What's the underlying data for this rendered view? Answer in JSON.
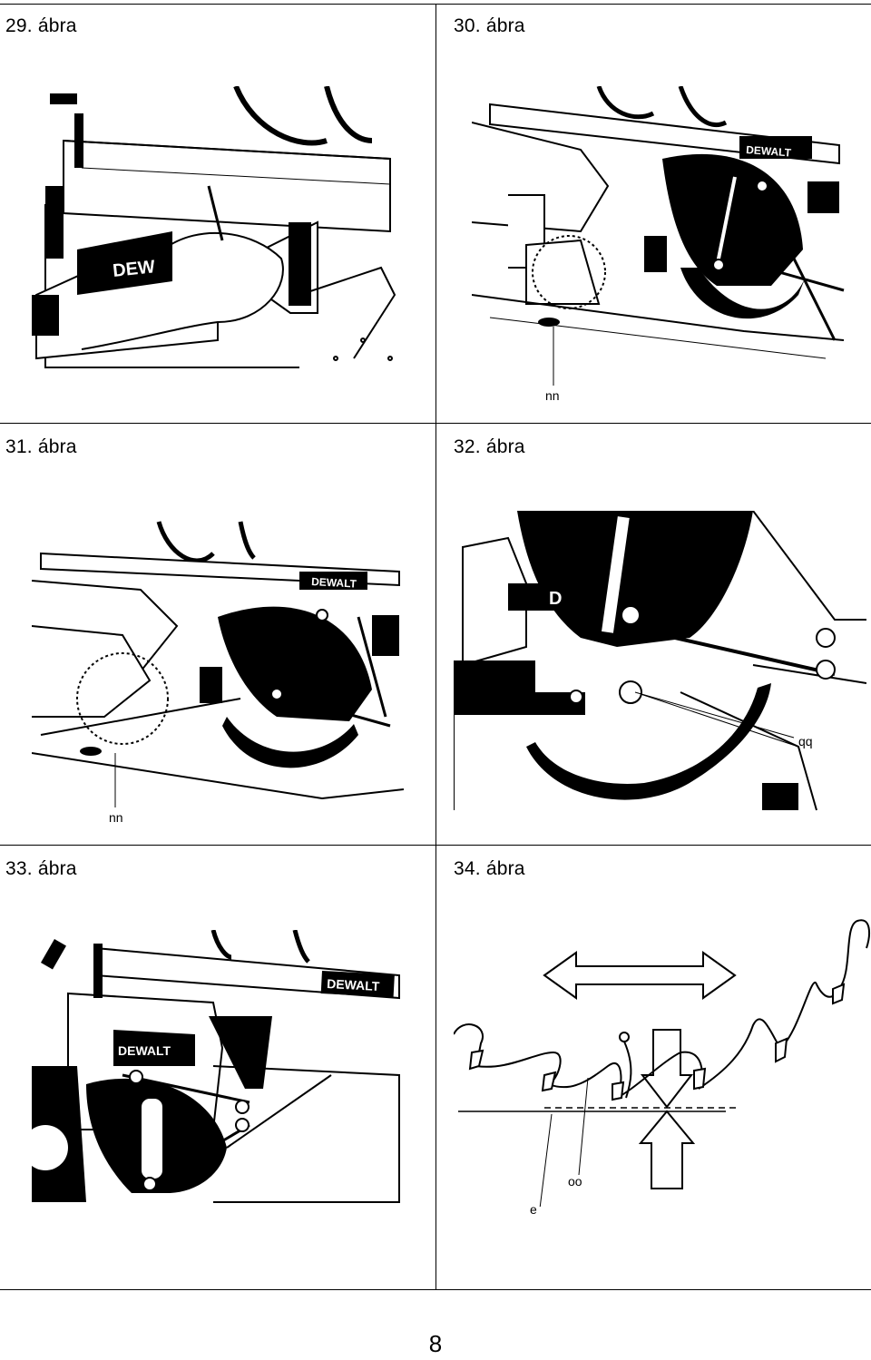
{
  "figures": [
    {
      "caption": "29. ábra",
      "callouts": []
    },
    {
      "caption": "30. ábra",
      "callouts": [
        "nn"
      ]
    },
    {
      "caption": "31. ábra",
      "callouts": [
        "nn"
      ]
    },
    {
      "caption": "32. ábra",
      "callouts": [
        "qq"
      ]
    },
    {
      "caption": "33. ábra",
      "callouts": []
    },
    {
      "caption": "34. ábra",
      "callouts": [
        "oo",
        "e"
      ]
    }
  ],
  "brand_logo_text": "DEWALT",
  "page_number": "8"
}
